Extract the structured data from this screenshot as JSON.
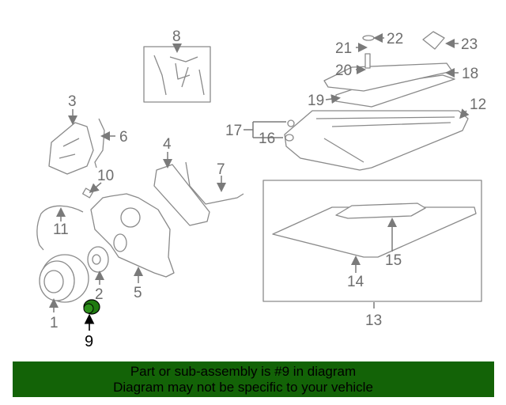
{
  "diagram": {
    "highlighted_part": "9",
    "highlight_color": "#1f7a10",
    "callouts": [
      "1",
      "2",
      "3",
      "4",
      "5",
      "6",
      "7",
      "8",
      "9",
      "10",
      "11",
      "12",
      "13",
      "14",
      "15",
      "16",
      "17",
      "18",
      "19",
      "20",
      "21",
      "22",
      "23"
    ]
  },
  "banner": {
    "line1": "Part or sub-assembly is #9 in diagram",
    "line2": "Diagram may not be specific to your vehicle",
    "background": "#136307"
  }
}
